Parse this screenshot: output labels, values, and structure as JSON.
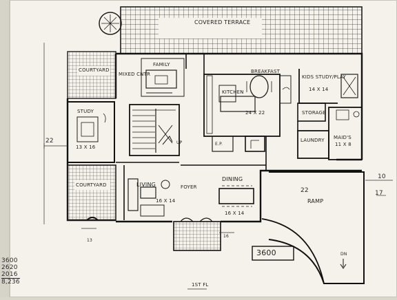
{
  "plan": {
    "rooms": {
      "covered_terrace": "COVERED TERRACE",
      "courtyard_top": "COURTYARD",
      "mixed_center": "MIXED CNTR",
      "family": "FAMILY",
      "breakfast": "BREAKFAST",
      "kitchen": "KITCHEN",
      "kitchen_size": "24 x 22",
      "kids_study": "KIDS STUDY/PLAY",
      "kids_size": "14 x 14",
      "storage": "STORAGE",
      "laundry": "LAUNDRY",
      "maids": "MAID'S",
      "maids_size": "11 x 8",
      "study": "STUDY",
      "study_size": "13 x 16",
      "courtyard_bottom": "COURTYARD",
      "living": "LIVING",
      "living_size": "16 x 14",
      "foyer": "FOYER",
      "dining": "DINING",
      "dining_size": "16 x 14",
      "ramp": "RAMP",
      "up": "UP",
      "dn": "DN",
      "ep": "E.P."
    },
    "dimensions": {
      "left_22": "22",
      "right_10": "10",
      "right_17": "17",
      "ramp_22": "22",
      "bottom_13": "13",
      "bottom_16": "16",
      "area_box": "3600"
    },
    "tally": [
      "3600",
      "2620",
      "2016",
      "8,236"
    ],
    "footer": "1st FL"
  }
}
